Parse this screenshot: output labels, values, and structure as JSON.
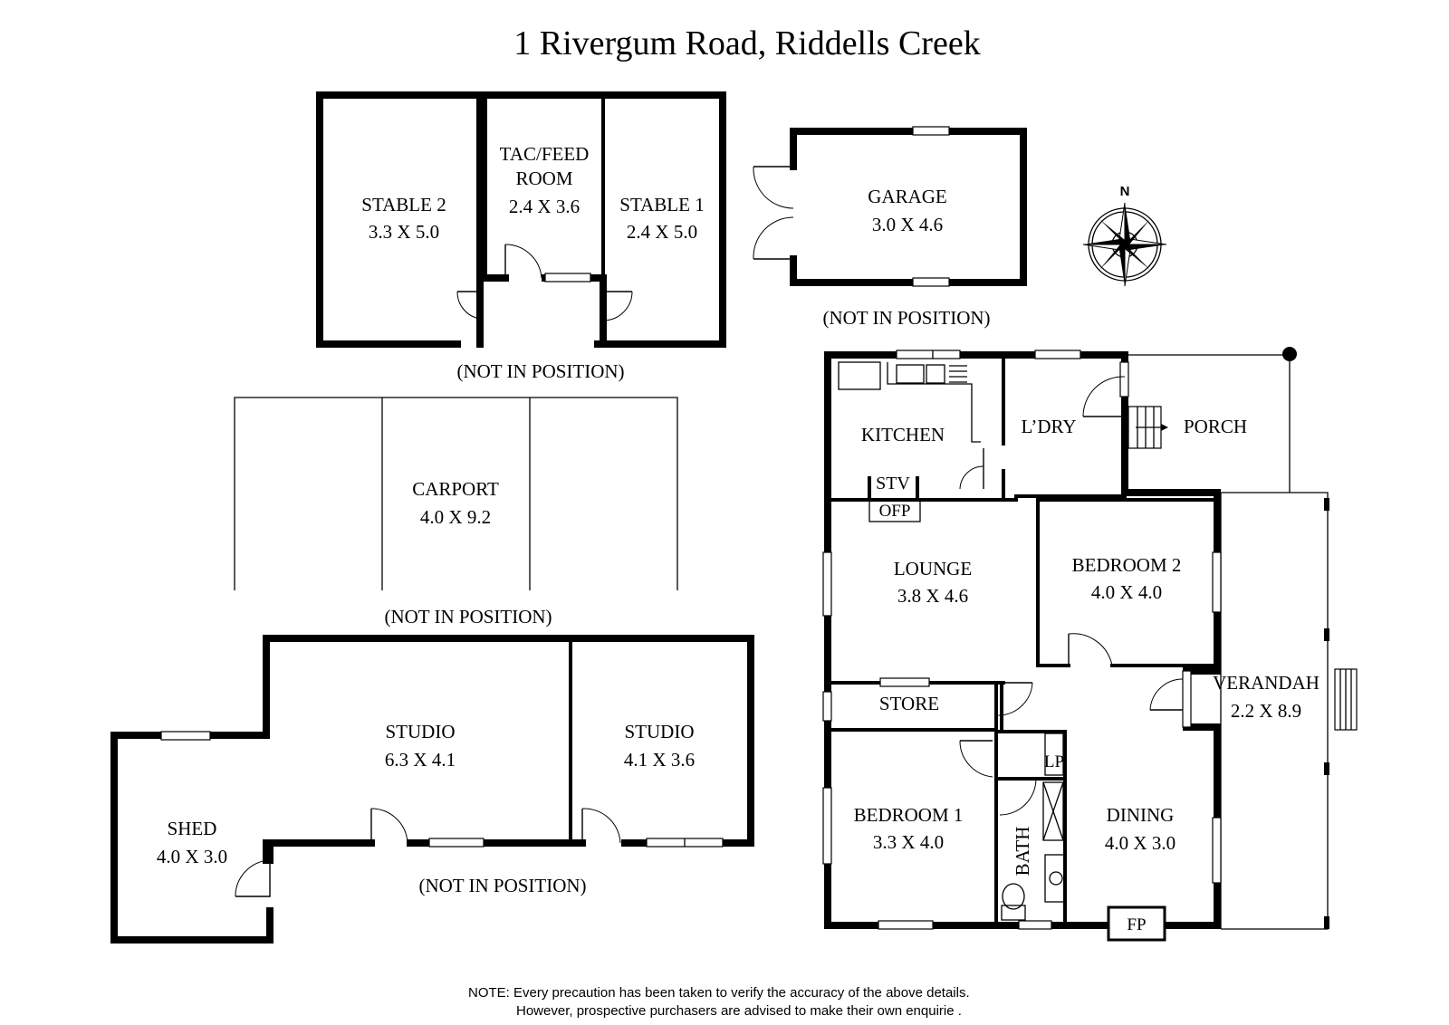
{
  "title": "1 Rivergum Road, Riddells Creek",
  "compass": {
    "label": "N"
  },
  "stables": {
    "stable2": {
      "name": "STABLE 2",
      "dims": "3.3 X 5.0"
    },
    "tac": {
      "name1": "TAC/FEED",
      "name2": "ROOM",
      "dims": "2.4 X 3.6"
    },
    "stable1": {
      "name": "STABLE 1",
      "dims": "2.4 X 5.0"
    },
    "note": "(NOT IN POSITION)"
  },
  "garage": {
    "name": "GARAGE",
    "dims": "3.0 X 4.6",
    "note": "(NOT IN POSITION)"
  },
  "carport": {
    "name": "CARPORT",
    "dims": "4.0 X 9.2",
    "note": "(NOT IN POSITION)"
  },
  "studios": {
    "studio_big": {
      "name": "STUDIO",
      "dims": "6.3 X 4.1"
    },
    "studio_small": {
      "name": "STUDIO",
      "dims": "4.1 X 3.6"
    },
    "shed": {
      "name": "SHED",
      "dims": "4.0 X 3.0"
    },
    "note": "(NOT IN POSITION)"
  },
  "house": {
    "kitchen": "KITCHEN",
    "laundry": "L’DRY",
    "porch": "PORCH",
    "stv": "STV",
    "ofp": "OFP",
    "lounge": {
      "name": "LOUNGE",
      "dims": "3.8 X 4.6"
    },
    "bedroom2": {
      "name": "BEDROOM 2",
      "dims": "4.0 X 4.0"
    },
    "store": "STORE",
    "verandah": {
      "name": "VERANDAH",
      "dims": "2.2 X 8.9"
    },
    "bedroom1": {
      "name": "BEDROOM 1",
      "dims": "3.3 X 4.0"
    },
    "lp": "LP",
    "bath": "BATH",
    "dining": {
      "name": "DINING",
      "dims": "4.0 X 3.0"
    },
    "fp": "FP"
  },
  "note": {
    "line1": "NOTE: Every precaution has been taken to verify the accuracy of the above details.",
    "line2": "However, prospective purchasers are advised to make their own enquirie ."
  }
}
